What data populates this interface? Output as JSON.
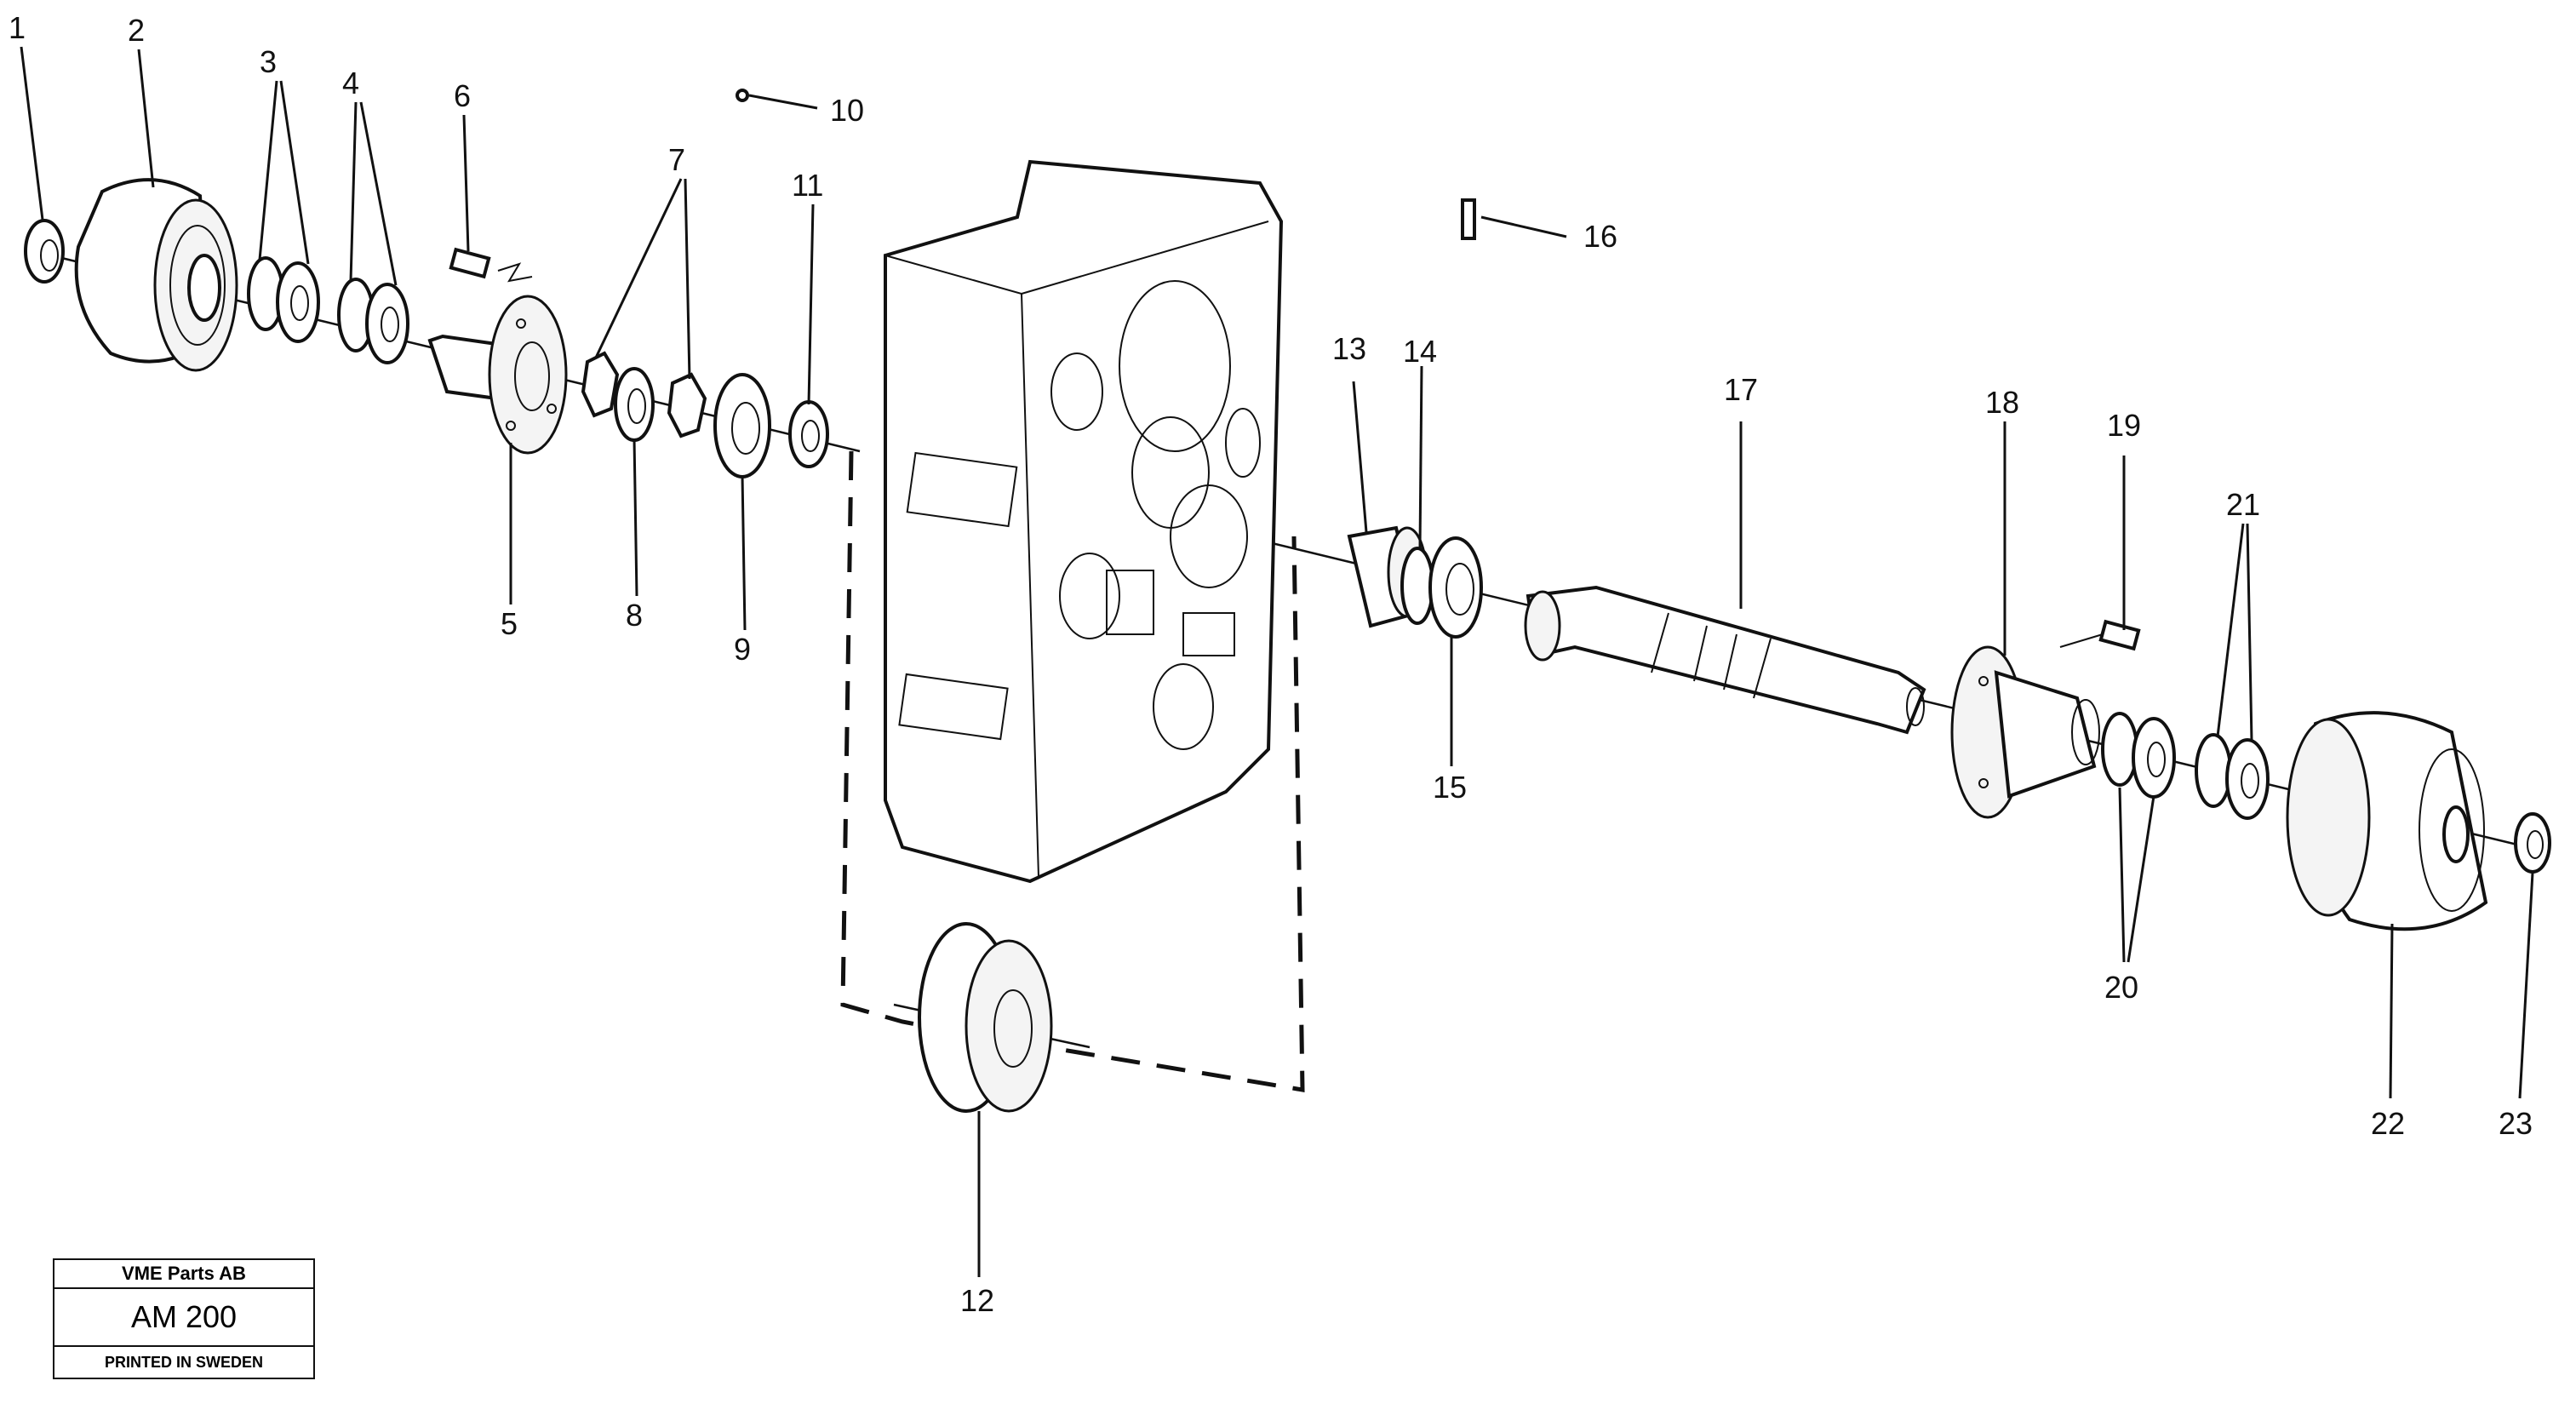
{
  "callouts": [
    "1",
    "2",
    "3",
    "4",
    "5",
    "6",
    "7",
    "8",
    "9",
    "10",
    "11",
    "12",
    "13",
    "14",
    "15",
    "16",
    "17",
    "18",
    "19",
    "20",
    "21",
    "22",
    "23"
  ],
  "stamp": {
    "company": "VME Parts AB",
    "code": "AM 200",
    "printed": "PRINTED IN SWEDEN"
  }
}
